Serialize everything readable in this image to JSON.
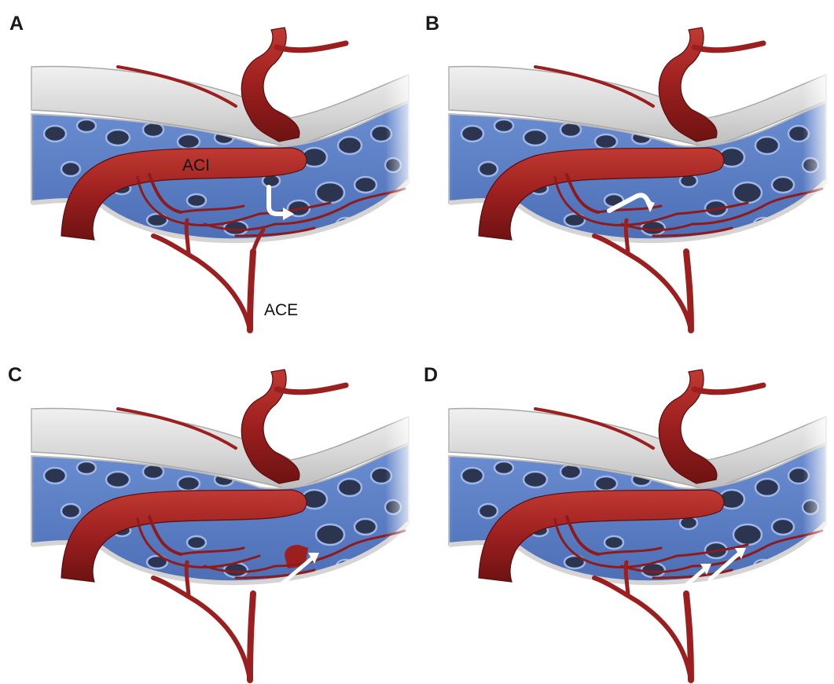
{
  "panels": [
    {
      "id": "A",
      "letter": "A",
      "labels": {
        "internal": "ACI",
        "external": "ACE"
      },
      "arrow": "hook-down"
    },
    {
      "id": "B",
      "letter": "B",
      "arrow": "hook-up"
    },
    {
      "id": "C",
      "letter": "C",
      "arrow": "single-straight"
    },
    {
      "id": "D",
      "letter": "D",
      "arrow": "double-straight"
    }
  ],
  "colors": {
    "artery": "#9c1f1f",
    "artery_highlight": "#c8443a",
    "sinus": "#5b7fc4",
    "sinus_dark": "#2b3550",
    "bone": "#dcdbdb",
    "arrow": "#ffffff"
  }
}
